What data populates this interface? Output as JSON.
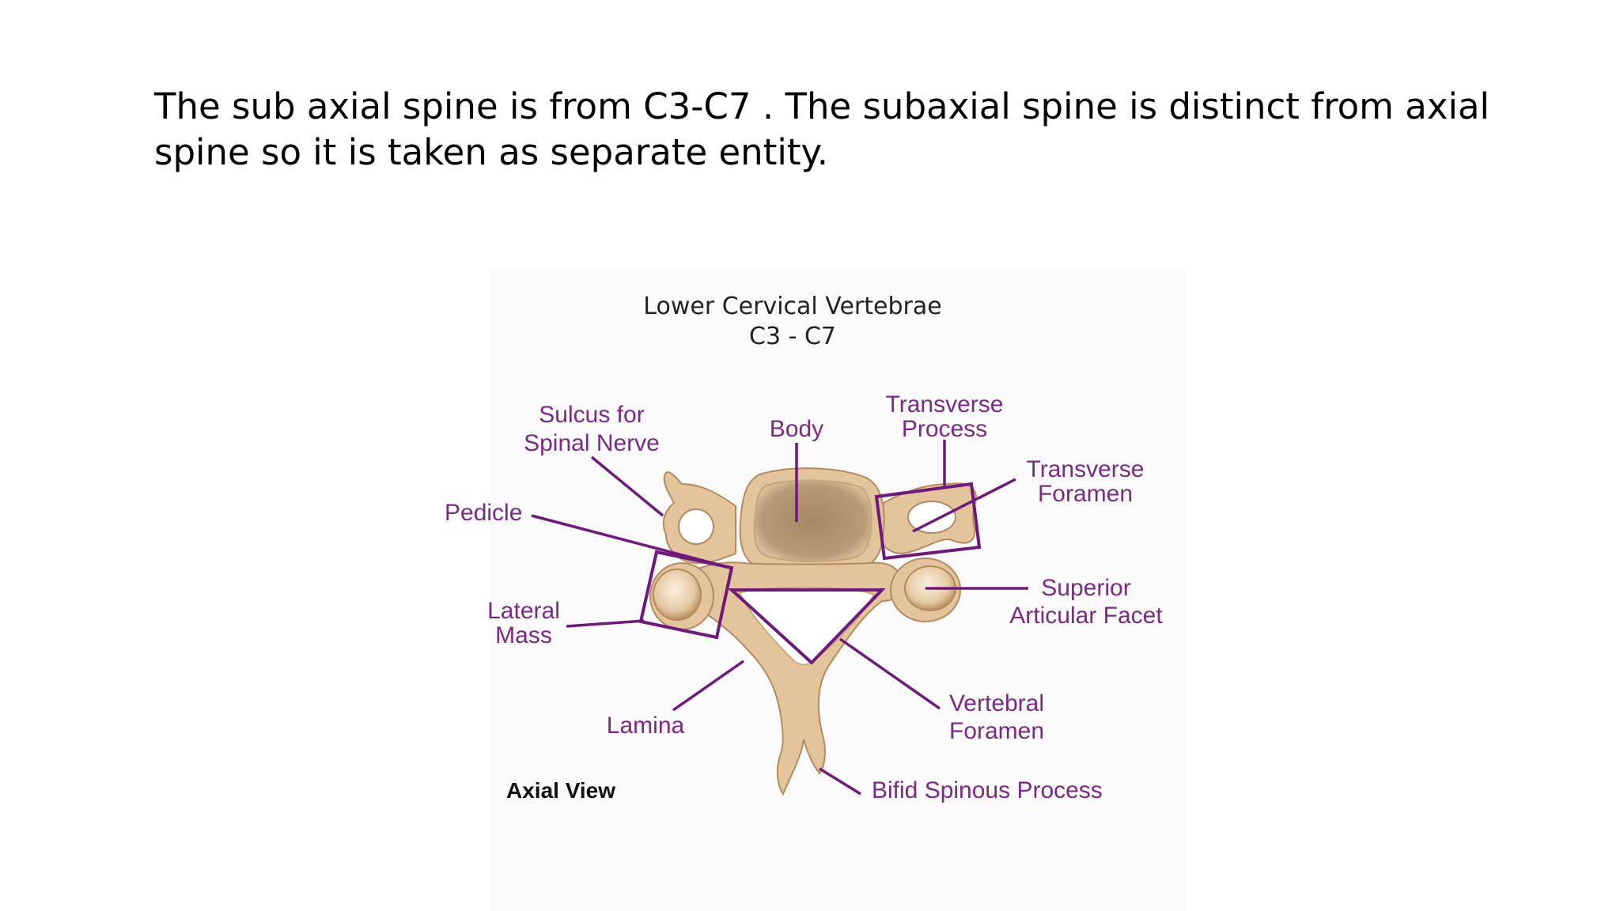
{
  "slide": {
    "text_line1": "The sub axial spine is from C3-C7 . The subaxial spine is distinct from axial",
    "text_line2": "spine so it is taken as separate entity."
  },
  "figure": {
    "title": "Lower Cervical Vertebrae",
    "subtitle": "C3 - C7",
    "view_label": "Axial View",
    "labels": {
      "sulcus_1": "Sulcus for",
      "sulcus_2": "Spinal Nerve",
      "body": "Body",
      "transverse_process_1": "Transverse",
      "transverse_process_2": "Process",
      "transverse_foramen_1": "Transverse",
      "transverse_foramen_2": "Foramen",
      "pedicle": "Pedicle",
      "superior_facet_1": "Superior",
      "superior_facet_2": "Articular Facet",
      "lateral_mass_1": "Lateral",
      "lateral_mass_2": "Mass",
      "lamina": "Lamina",
      "vertebral_foramen_1": "Vertebral",
      "vertebral_foramen_2": "Foramen",
      "bifid_spinous": "Bifid Spinous Process"
    },
    "colors": {
      "label": "#7a2a82",
      "leader": "#6e1a7a",
      "bone": "#e3c49c",
      "bone_shadow": "#b48b5e",
      "body_center": "#a48868"
    }
  }
}
